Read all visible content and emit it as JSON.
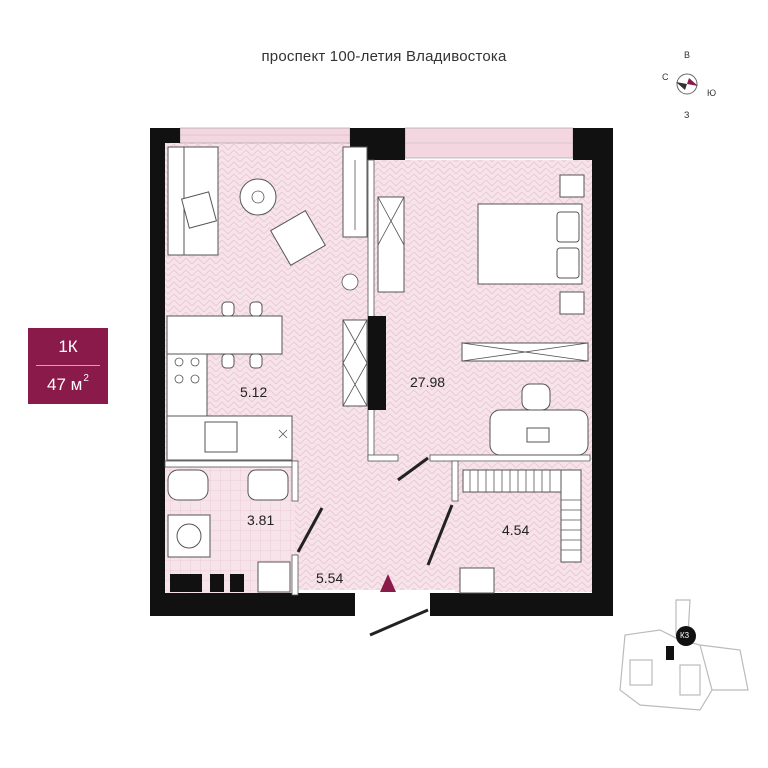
{
  "street": "проспект 100-летия Владивостока",
  "compass": {
    "north": "В",
    "east": "Ю",
    "south": "З",
    "west": "С"
  },
  "badge": {
    "type": "1К",
    "area": "47 м",
    "area_sup": "2"
  },
  "rooms": {
    "kitchen": "5.12",
    "bedroom": "27.98",
    "bathroom": "3.81",
    "hall": "5.54",
    "wardrobe": "4.54"
  },
  "keymap": {
    "building": "К3"
  },
  "colors": {
    "accent": "#8a1a4a",
    "floor": "#f7e3ea",
    "wall": "#111111",
    "furniture": "#ffffff",
    "line": "#555555"
  }
}
